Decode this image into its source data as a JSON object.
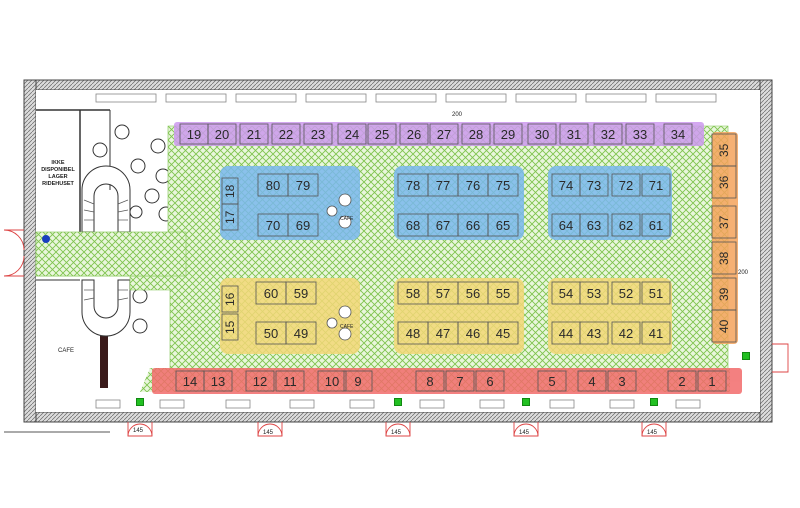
{
  "colors": {
    "purple": "#cc99ee",
    "blue": "#7ab8ee",
    "yellow": "#f3d877",
    "red": "#f26b6b",
    "orange": "#f5a35b",
    "green_floor": "#8fd05a",
    "wall": "#555555",
    "exit_sign": "#22c022"
  },
  "labels": {
    "ikke_line1": "IKKE",
    "ikke_line2": "DISPONIBEL",
    "ikke_line3": "LAGER",
    "ikke_line4": "RIDEHUSET",
    "cafe_left": "CAFE",
    "cafe_mid_top": "CAFE",
    "cafe_mid_bottom": "CAFE"
  },
  "dimensions": {
    "door1": "145",
    "door2": "145",
    "door3": "145",
    "door4": "145",
    "door5": "145",
    "right_wall": "200",
    "top_wall": "200"
  },
  "booths": {
    "purple_row": [
      "19",
      "20",
      "21",
      "22",
      "23",
      "24",
      "25",
      "26",
      "27",
      "28",
      "29",
      "30",
      "31",
      "32",
      "33",
      "34"
    ],
    "orange_col": [
      "35",
      "36",
      "37",
      "38",
      "39",
      "40"
    ],
    "red_row": [
      "14",
      "13",
      "12",
      "11",
      "10",
      "9",
      "8",
      "7",
      "6",
      "5",
      "4",
      "3",
      "2",
      "1"
    ],
    "blue_side": [
      "18",
      "17"
    ],
    "blue_g1_top": [
      "80",
      "79"
    ],
    "blue_g1_bottom": [
      "70",
      "69"
    ],
    "blue_g2_top": [
      "78",
      "77",
      "76",
      "75"
    ],
    "blue_g2_bottom": [
      "68",
      "67",
      "66",
      "65"
    ],
    "blue_g3_top": [
      "74",
      "73",
      "72",
      "71"
    ],
    "blue_g3_bottom": [
      "64",
      "63",
      "62",
      "61"
    ],
    "yellow_side": [
      "16",
      "15"
    ],
    "yellow_g1_top": [
      "60",
      "59"
    ],
    "yellow_g1_bottom": [
      "50",
      "49"
    ],
    "yellow_g2_top": [
      "58",
      "57",
      "56",
      "55"
    ],
    "yellow_g2_bottom": [
      "48",
      "47",
      "46",
      "45"
    ],
    "yellow_g3_top": [
      "54",
      "53",
      "52",
      "51"
    ],
    "yellow_g3_bottom": [
      "44",
      "43",
      "42",
      "41"
    ]
  }
}
